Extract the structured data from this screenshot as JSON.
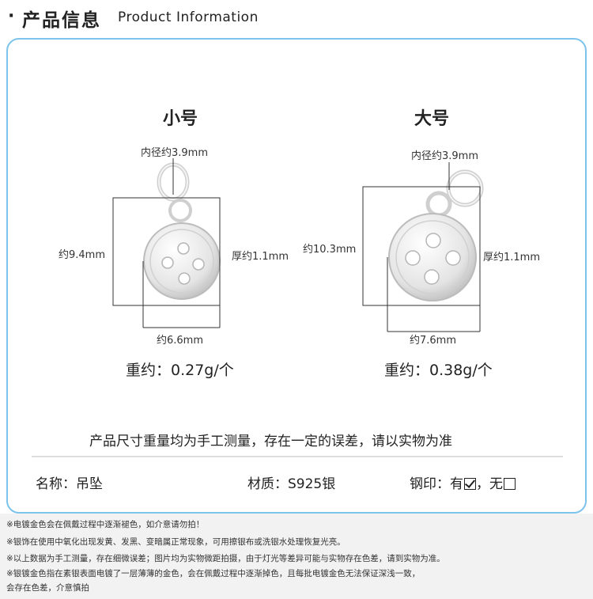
{
  "header": {
    "bullet": "·",
    "title_cn": "产品信息",
    "title_en": "Product Information"
  },
  "small": {
    "title": "小号",
    "inner_diameter": "内径约3.9mm",
    "height": "约9.4mm",
    "thickness": "厚约1.1mm",
    "width": "约6.6mm",
    "weight": "重约：0.27g/个"
  },
  "large": {
    "title": "大号",
    "inner_diameter": "内径约3.9mm",
    "height": "约10.3mm",
    "thickness": "厚约1.1mm",
    "width": "约7.6mm",
    "weight": "重约：0.38g/个"
  },
  "measure_note": "产品尺寸重量均为手工测量，存在一定的误差，请以实物为准",
  "specs": {
    "name": "名称：吊坠",
    "material": "材质：S925银",
    "stamp_label": "钢印：有",
    "stamp_no": "，无"
  },
  "footer_notes": [
    "※电镀金色会在佩戴过程中逐渐褪色，如介意请勿拍！",
    "※银饰在使用中氧化出现发黄、发黑、变暗属正常现象，可用擦银布或洗银水处理恢复光亮。",
    "※以上数据为手工测量，存在细微误差；图片均为实物微距拍摄，由于灯光等差异可能与实物存在色差，请到实物为准。",
    "※银镀金色指在素银表面电镀了一层薄薄的金色，会在佩戴过程中逐渐掉色，且每批电镀金色无法保证深浅一致，",
    "会存在色差，介意慎拍"
  ],
  "colors": {
    "panel_border": "#7ec3ec",
    "footer_bg": "#f2f2f2",
    "silver": "#d9d9d9"
  }
}
